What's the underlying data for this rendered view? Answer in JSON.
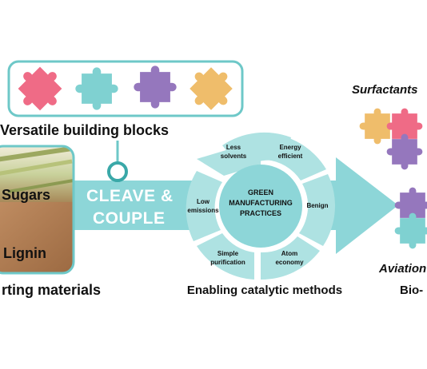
{
  "building_blocks": {
    "title": "Versatile building blocks"
  },
  "starting_materials": {
    "items": [
      {
        "label": "Sugars"
      },
      {
        "label": "Lignin"
      }
    ],
    "caption": "rting materials"
  },
  "process": {
    "line1": "CLEAVE &",
    "line2": "COUPLE"
  },
  "catalysis": {
    "center_line1": "GREEN",
    "center_line2": "MANUFACTURING",
    "center_line3": "PRACTICES",
    "segments": [
      {
        "line1": "Less",
        "line2": "solvents"
      },
      {
        "line1": "Energy",
        "line2": "efficient"
      },
      {
        "line1": "Benign",
        "line2": ""
      },
      {
        "line1": "Atom",
        "line2": "economy"
      },
      {
        "line1": "Simple",
        "line2": "purification"
      },
      {
        "line1": "Low",
        "line2": "emissions"
      }
    ],
    "caption": "Enabling catalytic methods"
  },
  "products": {
    "surfactants": "Surfactants",
    "aviation": "Aviation",
    "bio": "Bio-"
  },
  "colors": {
    "teal": "#7fd1d1",
    "teal_dark": "#3aa8a8",
    "arrow": "#8dd6d8",
    "pink": "#ef6b86",
    "purple": "#9577bd",
    "orange": "#efbd6b",
    "sugar_bg": "#d8caa0",
    "lignin_bg": "#b88057"
  },
  "icons": [
    "puzzle-piece-icon",
    "connector-circle-icon"
  ]
}
